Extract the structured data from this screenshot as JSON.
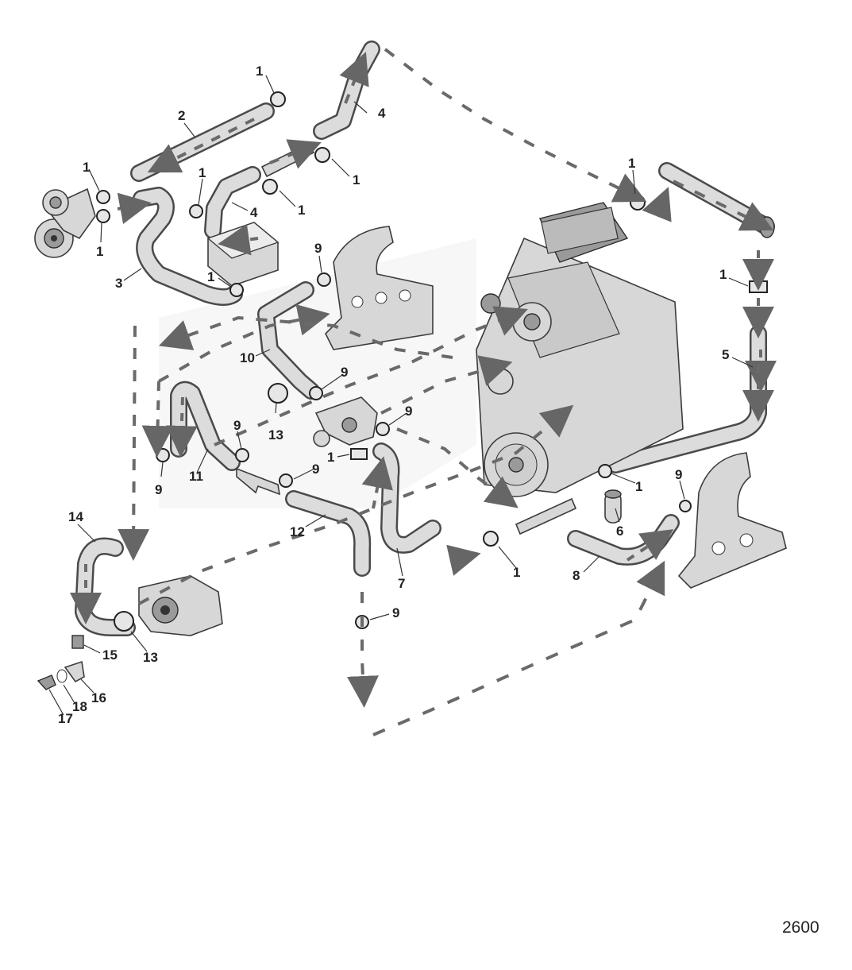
{
  "figure_number": "2600",
  "callouts": {
    "c1_top": "1",
    "c2": "2",
    "c4_top": "4",
    "c1_left_upper": "1",
    "c1_left_lower": "1",
    "c1_mid_a": "1",
    "c1_mid_b": "1",
    "c1_mid_c": "1",
    "c4_mid": "4",
    "c3": "3",
    "c1_box": "1",
    "c9_top": "9",
    "c1_right_top": "1",
    "c1_right_mid": "1",
    "c5": "5",
    "c10": "10",
    "c9_a": "9",
    "c9_b": "9",
    "c13_upper": "13",
    "c9_c": "9",
    "c9_d": "9",
    "c11": "11",
    "c9_e": "9",
    "c1_center": "1",
    "c1_lower_right": "1",
    "c9_right": "9",
    "c6": "6",
    "c14": "14",
    "c12": "12",
    "c7": "7",
    "c1_bottom": "1",
    "c8": "8",
    "c9_bottom": "9",
    "c15": "15",
    "c13_lower": "13",
    "c16": "16",
    "c18": "18",
    "c17": "17"
  }
}
